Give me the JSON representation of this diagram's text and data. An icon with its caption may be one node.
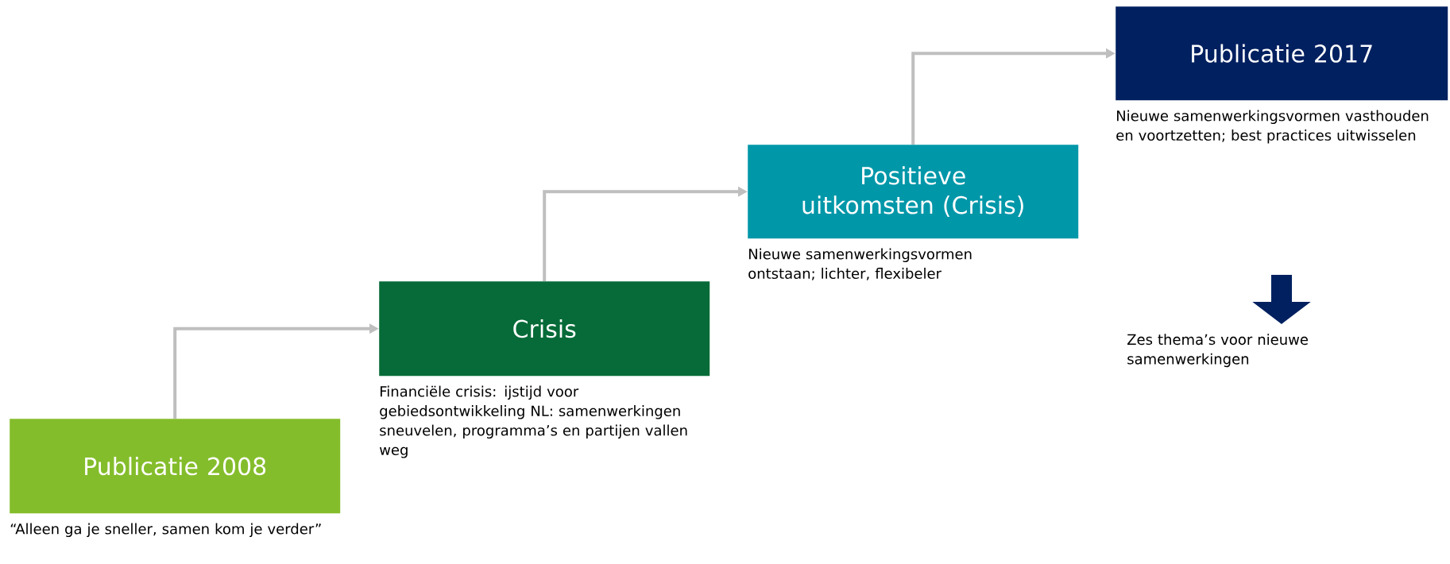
{
  "diagram": {
    "nodes": [
      {
        "text": [
          "Publicatie 2008"
        ],
        "beside": [
          "“Alleen ga je sneller, samen kom je verder”"
        ]
      },
      {
        "text": [
          "Crisis"
        ],
        "beside": [
          "Financiële crisis: ijstijd voor gebiedsontwikkeling NL: samenwerkingen sneuvelen, programma’s en partijen vallen weg"
        ]
      },
      {
        "text": [
          "Positieve uitkomsten (Crisis)"
        ],
        "beside": [
          "Nieuwe samenwerkingsvormen ontstaan; lichter, flexibeler"
        ]
      },
      {
        "text": [
          "Publicatie 2017"
        ],
        "beside": [
          "Nieuwe samenwerkingsvormen vasthouden en voortzetten; best practices uitwisselen"
        ]
      },
      {
        "text": [
          "Zes thema’s voor nieuwe samenwerkingen"
        ]
      }
    ],
    "edges": [
      {
        "from": 0,
        "to": 1,
        "arrow": "to"
      },
      {
        "from": 1,
        "to": 2,
        "arrow": "to"
      },
      {
        "from": 2,
        "to": 3,
        "arrow": "to"
      },
      {
        "from": null,
        "to": 4,
        "arrow": "to",
        "style": "thick",
        "color": "#002060"
      }
    ]
  }
}
